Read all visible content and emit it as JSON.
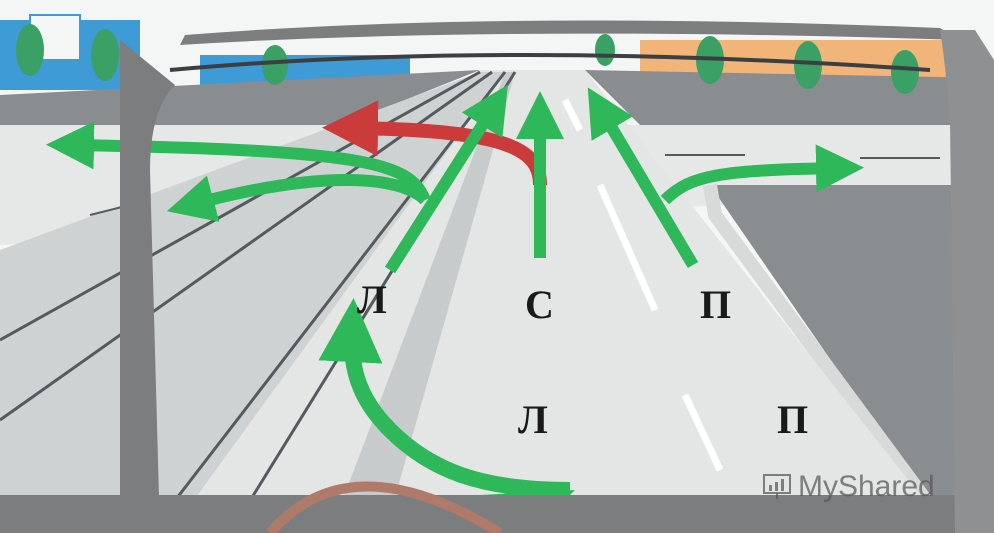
{
  "lanes": {
    "far_left": "Л",
    "far_center": "С",
    "far_right": "П",
    "near_left": "Л",
    "near_right": "П"
  },
  "watermark": {
    "text": "MyShared",
    "icon": "presentation-icon"
  },
  "colors": {
    "green_arrow": "#2fb85a",
    "red_arrow": "#cc3b3b",
    "road": "#e4e6e6",
    "asphalt_dark": "#808386",
    "car_frame": "#7b7d7f"
  }
}
